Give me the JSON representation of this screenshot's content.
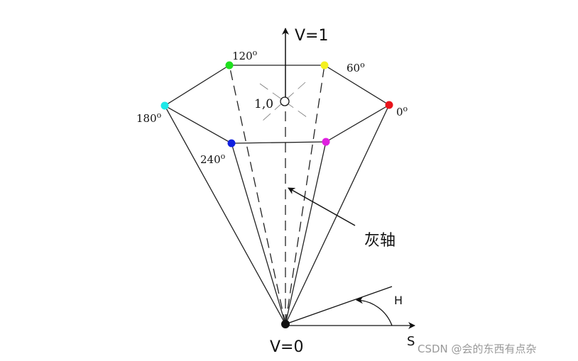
{
  "axis_top_label": "V=1",
  "axis_bottom_label": "V=0",
  "center_label": "1,0",
  "degree_mark": "o",
  "vertices": [
    {
      "angle": "0",
      "color": "#e8141b"
    },
    {
      "angle": "60",
      "color": "#f4f020"
    },
    {
      "angle": "120",
      "color": "#1ee01e"
    },
    {
      "angle": "180",
      "color": "#1ee8e8"
    },
    {
      "angle": "240",
      "color": "#1020e0"
    },
    {
      "angle": "",
      "color": "#e020e0"
    }
  ],
  "gray_axis_label": "灰轴",
  "h_label": "H",
  "s_label": "S",
  "watermark": "CSDN @会的东西有点杂"
}
